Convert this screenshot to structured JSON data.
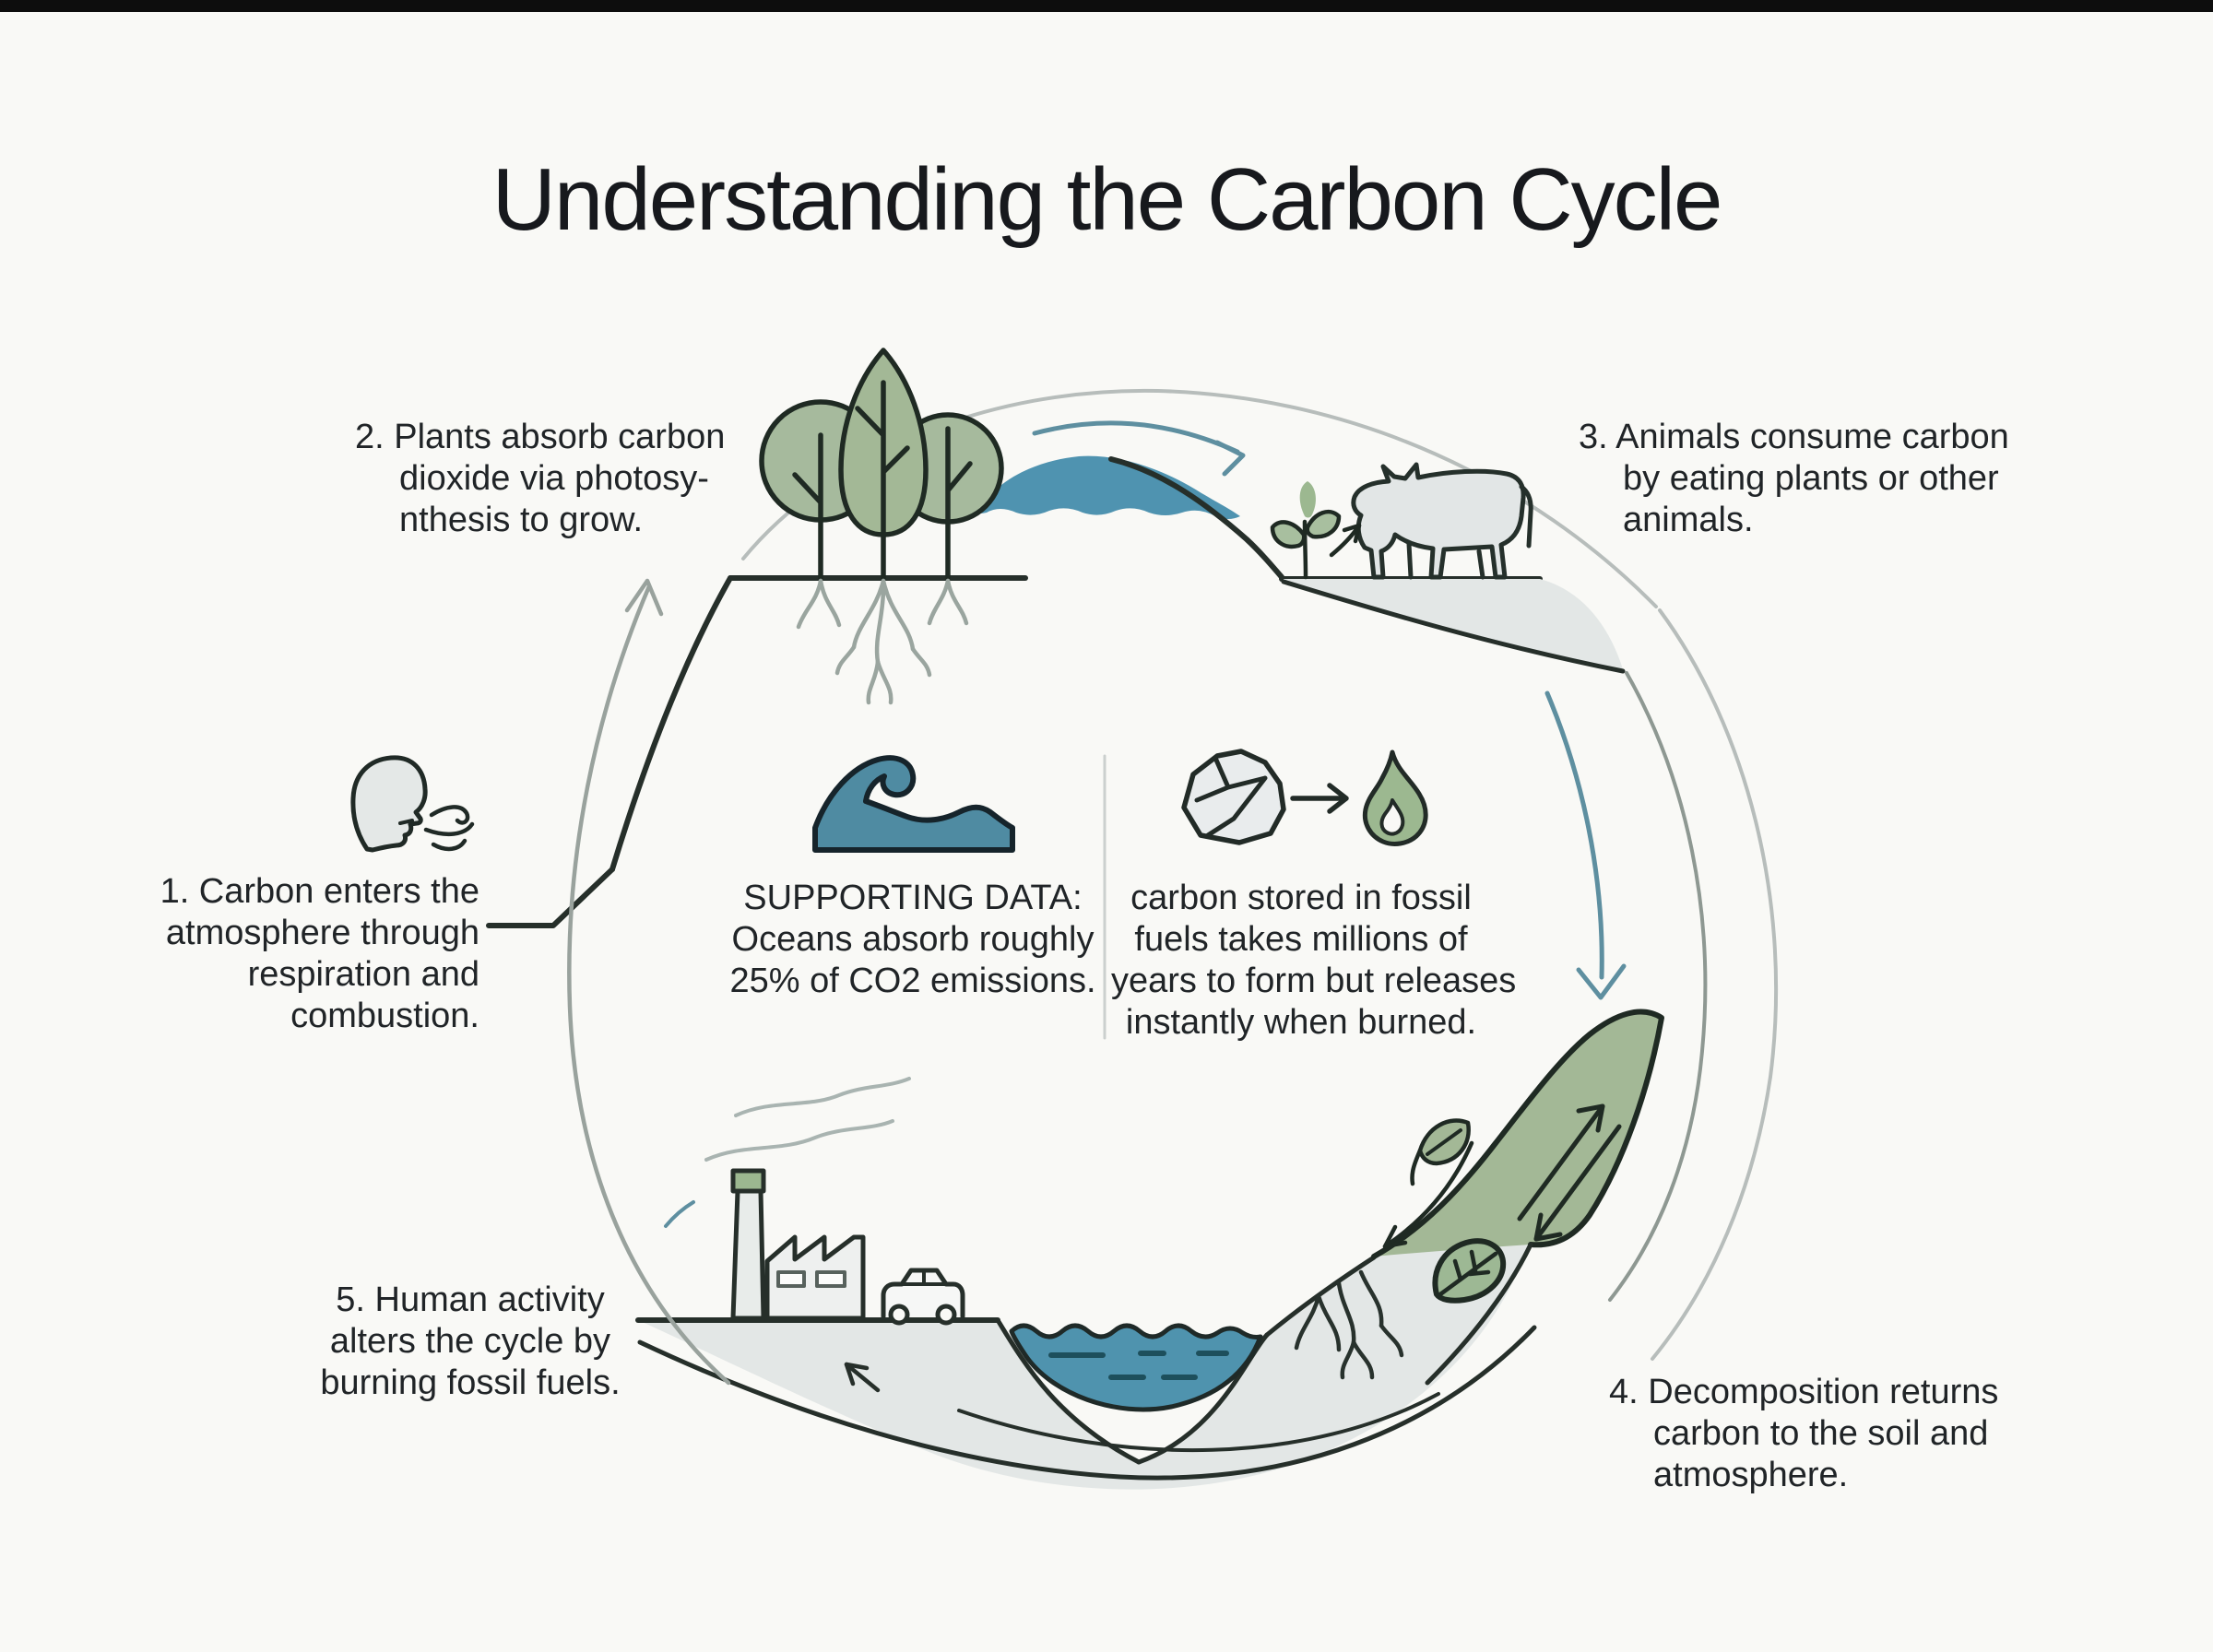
{
  "page": {
    "title": "Understanding the Carbon Cycle",
    "background_color": "#f9f9f6",
    "text_color": "#202427"
  },
  "steps": {
    "s1": {
      "lines": [
        "1. Carbon enters the",
        "atmosphere through",
        "respiration and",
        "combustion."
      ]
    },
    "s2": {
      "lines": [
        "2. Plants absorb carbon",
        "dioxide via photosy-",
        "nthesis to grow."
      ]
    },
    "s3": {
      "lines": [
        "3. Animals consume carbon",
        "by eating plants or other",
        "animals."
      ]
    },
    "s4": {
      "lines": [
        "4. Decomposition returns",
        "carbon to the soil and",
        "atmosphere."
      ]
    },
    "s5": {
      "lines": [
        "5. Human activity",
        "alters the cycle by",
        "burning fossil fuels."
      ]
    }
  },
  "center_panels": {
    "supporting": {
      "lines": [
        "SUPPORTING DATA:",
        "Oceans absorb roughly",
        "25% of CO2 emissions."
      ]
    },
    "fossil": {
      "lines": [
        "carbon stored in fossil",
        "fuels takes millions of",
        "years to form but releases",
        "instantly when burned."
      ]
    }
  },
  "icons": [
    "wave-icon",
    "rock-icon",
    "flame-icon",
    "arrow-right-icon",
    "trees-icon",
    "roots-icon",
    "river-shape",
    "cow-icon",
    "sapling-icon",
    "breathing-face-icon",
    "factory-icon",
    "chimney-icon",
    "car-icon",
    "pond-icon",
    "green-hill-icon",
    "leaf-icon",
    "cycle-arrow-icon",
    "smoke-icon"
  ],
  "colors": {
    "ink": "#262f2a",
    "green": "#a3b896",
    "green_dark_outline": "#1f2a23",
    "water_blue": "#4f93b0",
    "wave_blue": "#4f8ba2",
    "teal_arrow": "#5e8fa0",
    "band_gray": "#e3e7e6",
    "outer_arc_gray": "#b7bdbb",
    "inner_arc_gray": "#8e9892",
    "root_gray": "#9aa59f"
  }
}
